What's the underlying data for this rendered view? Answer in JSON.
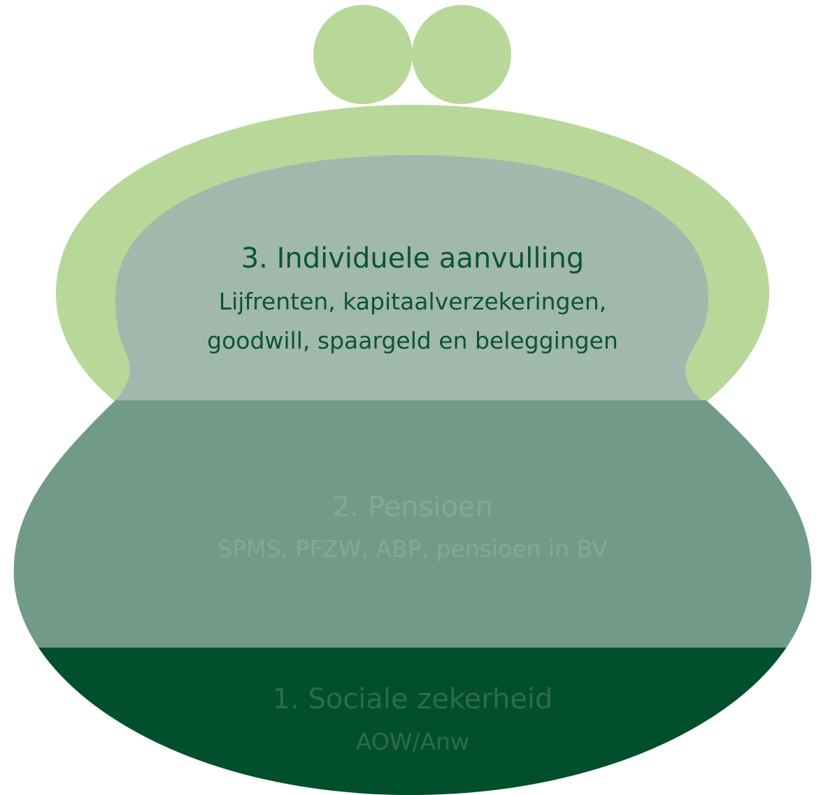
{
  "colors": {
    "clasp": "#b8d89a",
    "frame": "#b8d89a",
    "tier3": "#a1b8ac",
    "tier2": "#729a88",
    "tier1": "#014f2d",
    "tier3_text": "#0a5533",
    "tier2_text": "#82a898",
    "tier1_text": "#2f6a4f"
  },
  "tiers": [
    {
      "title": "3. Individuele aanvulling",
      "lines": [
        "Lijfrenten, kapitaalverzekeringen,",
        "goodwill, spaargeld en beleggingen"
      ]
    },
    {
      "title": "2. Pensioen",
      "lines": [
        "SPMS, PFZW, ABP, pensioen in BV"
      ]
    },
    {
      "title": "1. Sociale zekerheid",
      "lines": [
        "AOW/Anw"
      ]
    }
  ]
}
